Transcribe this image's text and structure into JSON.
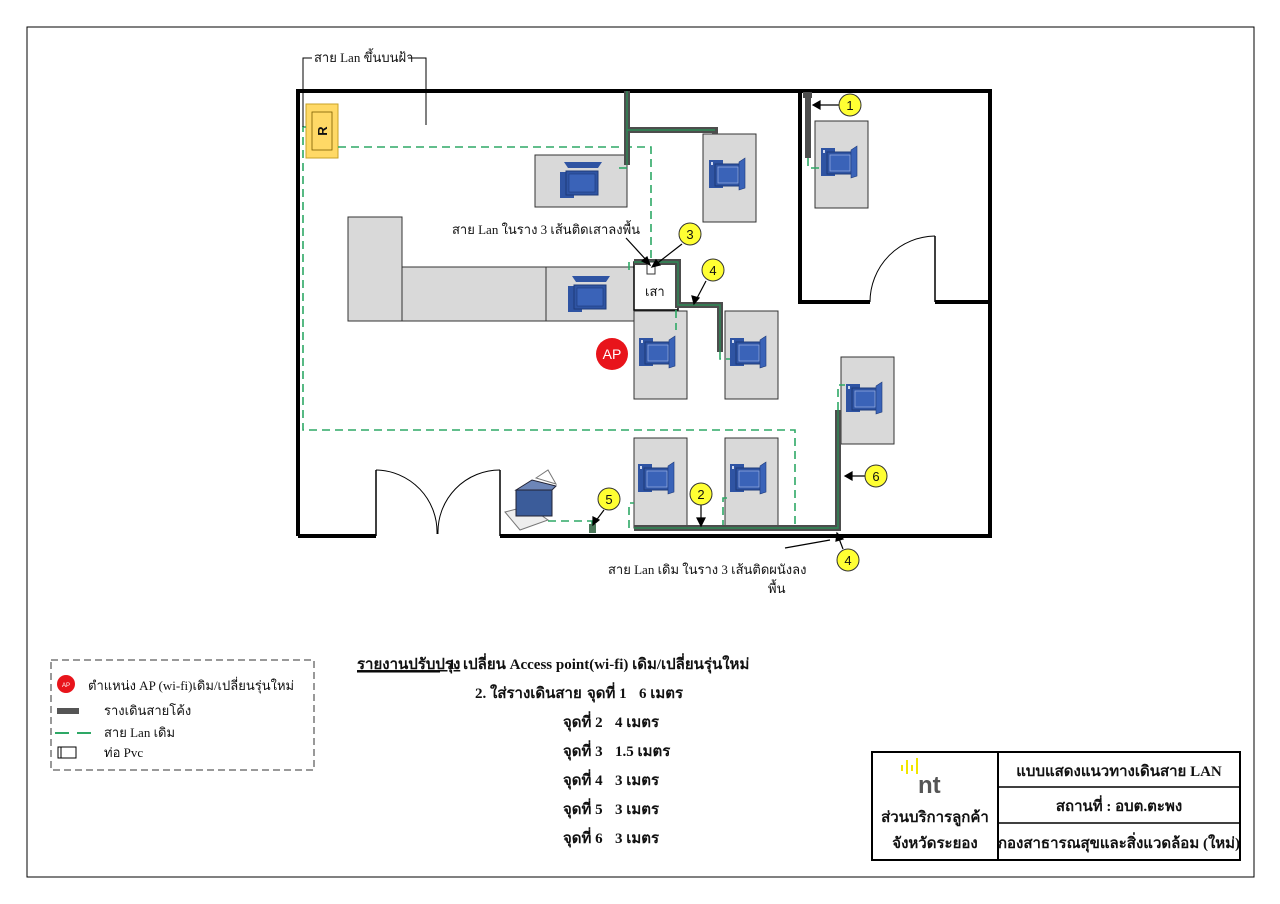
{
  "labels": {
    "lan_ceiling": "สาย Lan ขึ้นบนฝ้า",
    "lan_pillar": "สาย Lan ในราง 3 เส้นติดเสาลงพื้น",
    "lan_wall_1": "สาย Lan เดิม ในราง 3 เส้นติดผนังลง",
    "lan_wall_2": "พื้น",
    "pillar": "เสา",
    "router": "R",
    "ap": "AP"
  },
  "points": {
    "p1": "1",
    "p2": "2",
    "p3": "3",
    "p4a": "4",
    "p4b": "4",
    "p5": "5",
    "p6": "6"
  },
  "legend": {
    "ap_icon": "AP",
    "ap": "ตำแหน่ง AP (wi-fi)เดิม/เปลี่ยนรุ่นใหม่",
    "conduit": "รางเดินสายโค้ง",
    "lan": "สาย Lan เดิม",
    "pvc": "ท่อ Pvc"
  },
  "report": {
    "heading": "รายงานปรับปรุง",
    "item1": "1. เปลี่ยน Access point(wi-fi) เดิม/เปลี่ยนรุ่นใหม่",
    "item2": "2. ใส่รางเดินสาย",
    "rows": [
      {
        "label": "จุดที่ 1",
        "value": "6 เมตร"
      },
      {
        "label": "จุดที่ 2",
        "value": "4 เมตร"
      },
      {
        "label": "จุดที่ 3",
        "value": "1.5 เมตร"
      },
      {
        "label": "จุดที่ 4",
        "value": "3 เมตร"
      },
      {
        "label": "จุดที่ 5",
        "value": "3 เมตร"
      },
      {
        "label": "จุดที่ 6",
        "value": "3 เมตร"
      }
    ]
  },
  "title_block": {
    "logo": "nt",
    "org1": "ส่วนบริการลูกค้า",
    "org2": "จังหวัดระยอง",
    "title": "แบบแสดงแนวทางเดินสาย LAN",
    "location": "สถานที่ :  อบต.ตะพง",
    "department": "กองสาธารณสุขและสิ่งแวดล้อม (ใหม่)"
  },
  "colors": {
    "lan": "#2ea866",
    "conduit": "#4d4d4d",
    "point": "#ffff33",
    "ap": "#e8141b",
    "router": "#ffd966",
    "pc": "#2f54a3",
    "logo_yellow": "#f2e600",
    "logo_gray": "#555555"
  }
}
